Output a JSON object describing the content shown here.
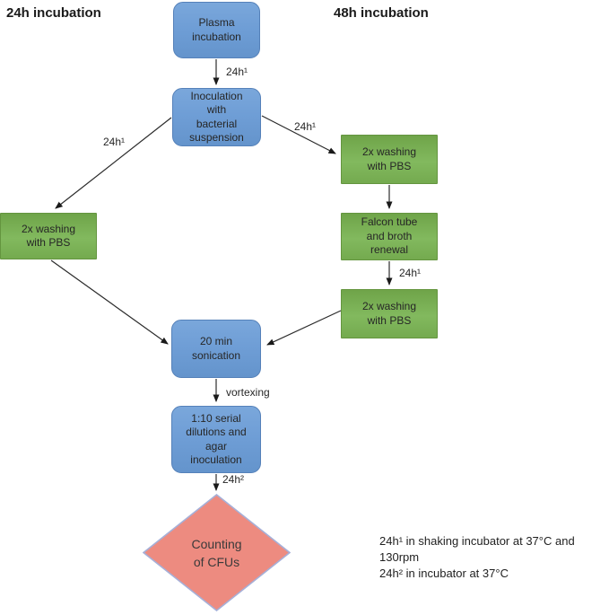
{
  "headings": {
    "left": "24h incubation",
    "right": "48h incubation"
  },
  "nodes": {
    "plasma": {
      "label": [
        "Plasma",
        "incubation"
      ],
      "shape": "rounded-rect",
      "color": "blue"
    },
    "inoculation": {
      "label": [
        "Inoculation",
        "with",
        "bacterial",
        "suspension"
      ],
      "shape": "rounded-rect",
      "color": "blue"
    },
    "wash_left": {
      "label": [
        "2x washing",
        "with PBS"
      ],
      "shape": "rect",
      "color": "green"
    },
    "wash_right_1": {
      "label": [
        "2x washing",
        "with PBS"
      ],
      "shape": "rect",
      "color": "green"
    },
    "falcon": {
      "label": [
        "Falcon tube",
        "and broth",
        "renewal"
      ],
      "shape": "rect",
      "color": "green"
    },
    "wash_right_2": {
      "label": [
        "2x washing",
        "with PBS"
      ],
      "shape": "rect",
      "color": "green"
    },
    "sonication": {
      "label": [
        "20 min",
        "sonication"
      ],
      "shape": "rounded-rect",
      "color": "blue"
    },
    "dilutions": {
      "label": [
        "1:10 serial",
        "dilutions and",
        "agar",
        "inoculation"
      ],
      "shape": "rounded-rect",
      "color": "blue"
    },
    "counting": {
      "label": [
        "Counting",
        "of CFUs"
      ],
      "shape": "diamond",
      "color": "red"
    }
  },
  "edge_labels": {
    "plasma_to_inoculation": "24h¹",
    "inoculation_to_wash_left": "24h¹",
    "inoculation_to_wash_right": "24h¹",
    "falcon_to_wash_right_2": "24h¹",
    "sonication_to_dilutions": "vortexing",
    "dilutions_to_counting": "24h²"
  },
  "footnotes": [
    "24h¹ in shaking incubator at 37°C and 130rpm",
    "24h² in incubator at 37°C"
  ],
  "colors": {
    "process_blue": "#6f9ed6",
    "process_green": "#79af55",
    "decision_red": "#ed8b80",
    "diamond_border": "#a6b0d8",
    "arrow": "#2b2b2b",
    "text": "#262626"
  }
}
